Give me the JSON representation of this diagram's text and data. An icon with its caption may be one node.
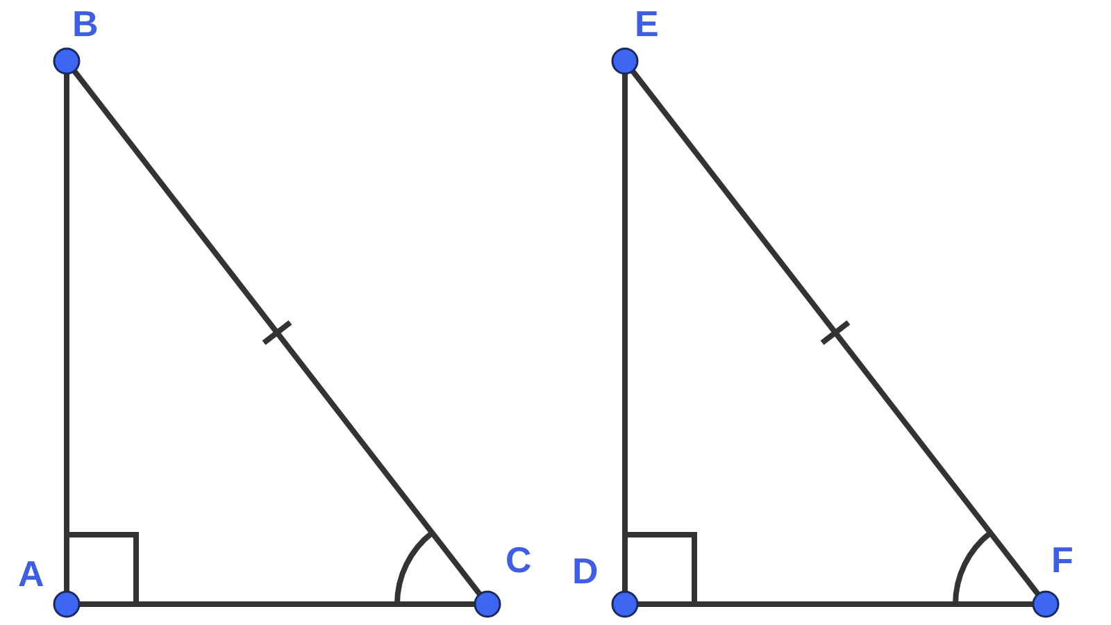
{
  "diagram": {
    "nodes": [
      {
        "text": [],
        "shape": "circle",
        "beside": [
          "A"
        ]
      },
      {
        "text": [],
        "shape": "circle",
        "beside": [
          "B"
        ]
      },
      {
        "text": [],
        "shape": "circle",
        "beside": [
          "C"
        ]
      },
      {
        "text": [],
        "shape": "circle",
        "beside": [
          "D"
        ]
      },
      {
        "text": [],
        "shape": "circle",
        "beside": [
          "E"
        ]
      },
      {
        "text": [],
        "shape": "circle",
        "beside": [
          "F"
        ]
      }
    ],
    "edges": [
      {
        "from": 0,
        "to": 1,
        "arrow": "none"
      },
      {
        "from": 0,
        "to": 2,
        "arrow": "none"
      },
      {
        "from": 1,
        "to": 2,
        "arrow": "none"
      },
      {
        "from": 3,
        "to": 4,
        "arrow": "none"
      },
      {
        "from": 3,
        "to": 5,
        "arrow": "none"
      },
      {
        "from": 4,
        "to": 5,
        "arrow": "none"
      }
    ]
  }
}
